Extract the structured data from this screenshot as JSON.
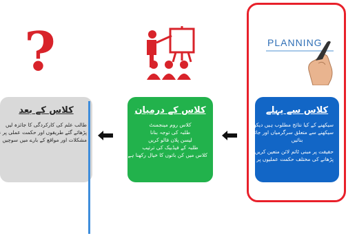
{
  "cards": {
    "after": {
      "title": "کلاس کے بعد",
      "lines": [
        "طالب علم کی کارکردگی کا جائزہ لیں",
        "پڑھائے گئے طریقوں اور حکمت عملی پر غور کریں",
        "مشکلات اور مواقع کے بارے میں سوچیں"
      ]
    },
    "during": {
      "title": "کلاس کے درمیان",
      "lines": [
        "کلاس روم مینجمنٹ",
        "طلبہ کی توجہ بنانا",
        "لیسن پلان فالو کریں",
        "طلبہ کے فیڈبیک کی ترتیب",
        "کلاس میں کن باتوں کا خیال رکھنا ہے"
      ]
    },
    "before": {
      "title": "کلاس سے پہلے",
      "lines": [
        "سیکھنے کے کیا نتائج مطلوب ہیں دیکھیں",
        "سیکھنے سے متعلق سرگرمیاں اور جائزوں کا پلان",
        "بنائیں",
        "حقیقت پر مبنی ٹائم لائن متعین کریں",
        "پڑھانے کی مختلف حکمت عملیوں پر غور کریں"
      ]
    }
  },
  "planning_text": "PLANNING",
  "colors": {
    "frame": "#e8202a",
    "before_bg": "#1266c6",
    "during_bg": "#22b24c",
    "after_bg": "#d9d9d9",
    "presenter_icon": "#d8232a",
    "question_icon": "#d8232a",
    "divider": "#3e8ddb"
  },
  "icons": [
    "question-mark-icon",
    "presenter-icon",
    "planning-hand-icon",
    "arrow-left-icon"
  ]
}
